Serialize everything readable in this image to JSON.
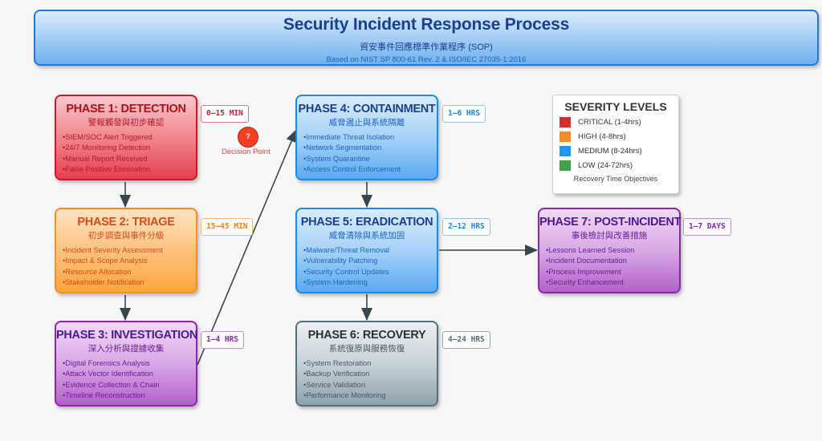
{
  "header": {
    "title": "Security Incident Response Process",
    "subtitle": "資安事件回應標準作業程序 (SOP)",
    "reference": "Based on NIST SP 800-61 Rev. 2 & ISO/IEC 27035-1:2016"
  },
  "phases": [
    {
      "title": "PHASE 1: DETECTION",
      "subtitle": "警報觸發與初步確認",
      "duration": "0–15 MIN",
      "color": "red",
      "items": [
        "SIEM/SOC Alert Triggered",
        "24/7 Monitoring Detection",
        "Manual Report Received",
        "False Positive Elimination"
      ]
    },
    {
      "title": "PHASE 2: TRIAGE",
      "subtitle": "初步調查與事件分級",
      "duration": "15–45 MIN",
      "color": "orange",
      "items": [
        "Incident Severity Assessment",
        "Impact & Scope Analysis",
        "Resource Allocation",
        "Stakeholder Notification"
      ]
    },
    {
      "title": "PHASE 3: INVESTIGATION",
      "subtitle": "深入分析與證據收集",
      "duration": "1–4 HRS",
      "color": "purple",
      "items": [
        "Digital Forensics Analysis",
        "Attack Vector Identification",
        "Evidence Collection & Chain",
        "Timeline Reconstruction"
      ]
    },
    {
      "title": "PHASE 4: CONTAINMENT",
      "subtitle": "威脅遏止與系統隔離",
      "duration": "1–6 HRS",
      "color": "blue",
      "items": [
        "Immediate Threat Isolation",
        "Network Segmentation",
        "System Quarantine",
        "Access Control Enforcement"
      ]
    },
    {
      "title": "PHASE 5: ERADICATION",
      "subtitle": "威脅清除與系統加固",
      "duration": "2–12 HRS",
      "color": "blue",
      "items": [
        "Malware/Threat Removal",
        "Vulnerability Patching",
        "Security Control Updates",
        "System Hardening"
      ]
    },
    {
      "title": "PHASE 6: RECOVERY",
      "subtitle": "系統復原與服務恢復",
      "duration": "4–24 HRS",
      "color": "gray",
      "items": [
        "System Restoration",
        "Backup Verification",
        "Service Validation",
        "Performance Monitoring"
      ]
    },
    {
      "title": "PHASE 7: POST-INCIDENT",
      "subtitle": "事後檢討與改善措施",
      "duration": "1–7 DAYS",
      "color": "purple",
      "items": [
        "Lessons Learned Session",
        "Incident Documentation",
        "Process Improvement",
        "Security Enhancement"
      ]
    }
  ],
  "decision": {
    "symbol": "?",
    "label": "Decision Point"
  },
  "legend": {
    "title": "SEVERITY LEVELS",
    "items": [
      {
        "label": "CRITICAL (1-4hrs)",
        "color": "#d32f2f"
      },
      {
        "label": "HIGH (4-8hrs)",
        "color": "#fb8c26"
      },
      {
        "label": "MEDIUM (8-24hrs)",
        "color": "#2196f3"
      },
      {
        "label": "LOW (24-72hrs)",
        "color": "#43a047"
      }
    ],
    "footer": "Recovery Time Objectives"
  },
  "flows": [
    {
      "from": "PHASE 1",
      "to": "PHASE 2"
    },
    {
      "from": "PHASE 2",
      "to": "PHASE 3"
    },
    {
      "from": "PHASE 3",
      "to": "PHASE 4"
    },
    {
      "from": "PHASE 4",
      "to": "PHASE 5"
    },
    {
      "from": "PHASE 5",
      "to": "PHASE 6"
    },
    {
      "from": "PHASE 5",
      "to": "PHASE 7"
    }
  ]
}
